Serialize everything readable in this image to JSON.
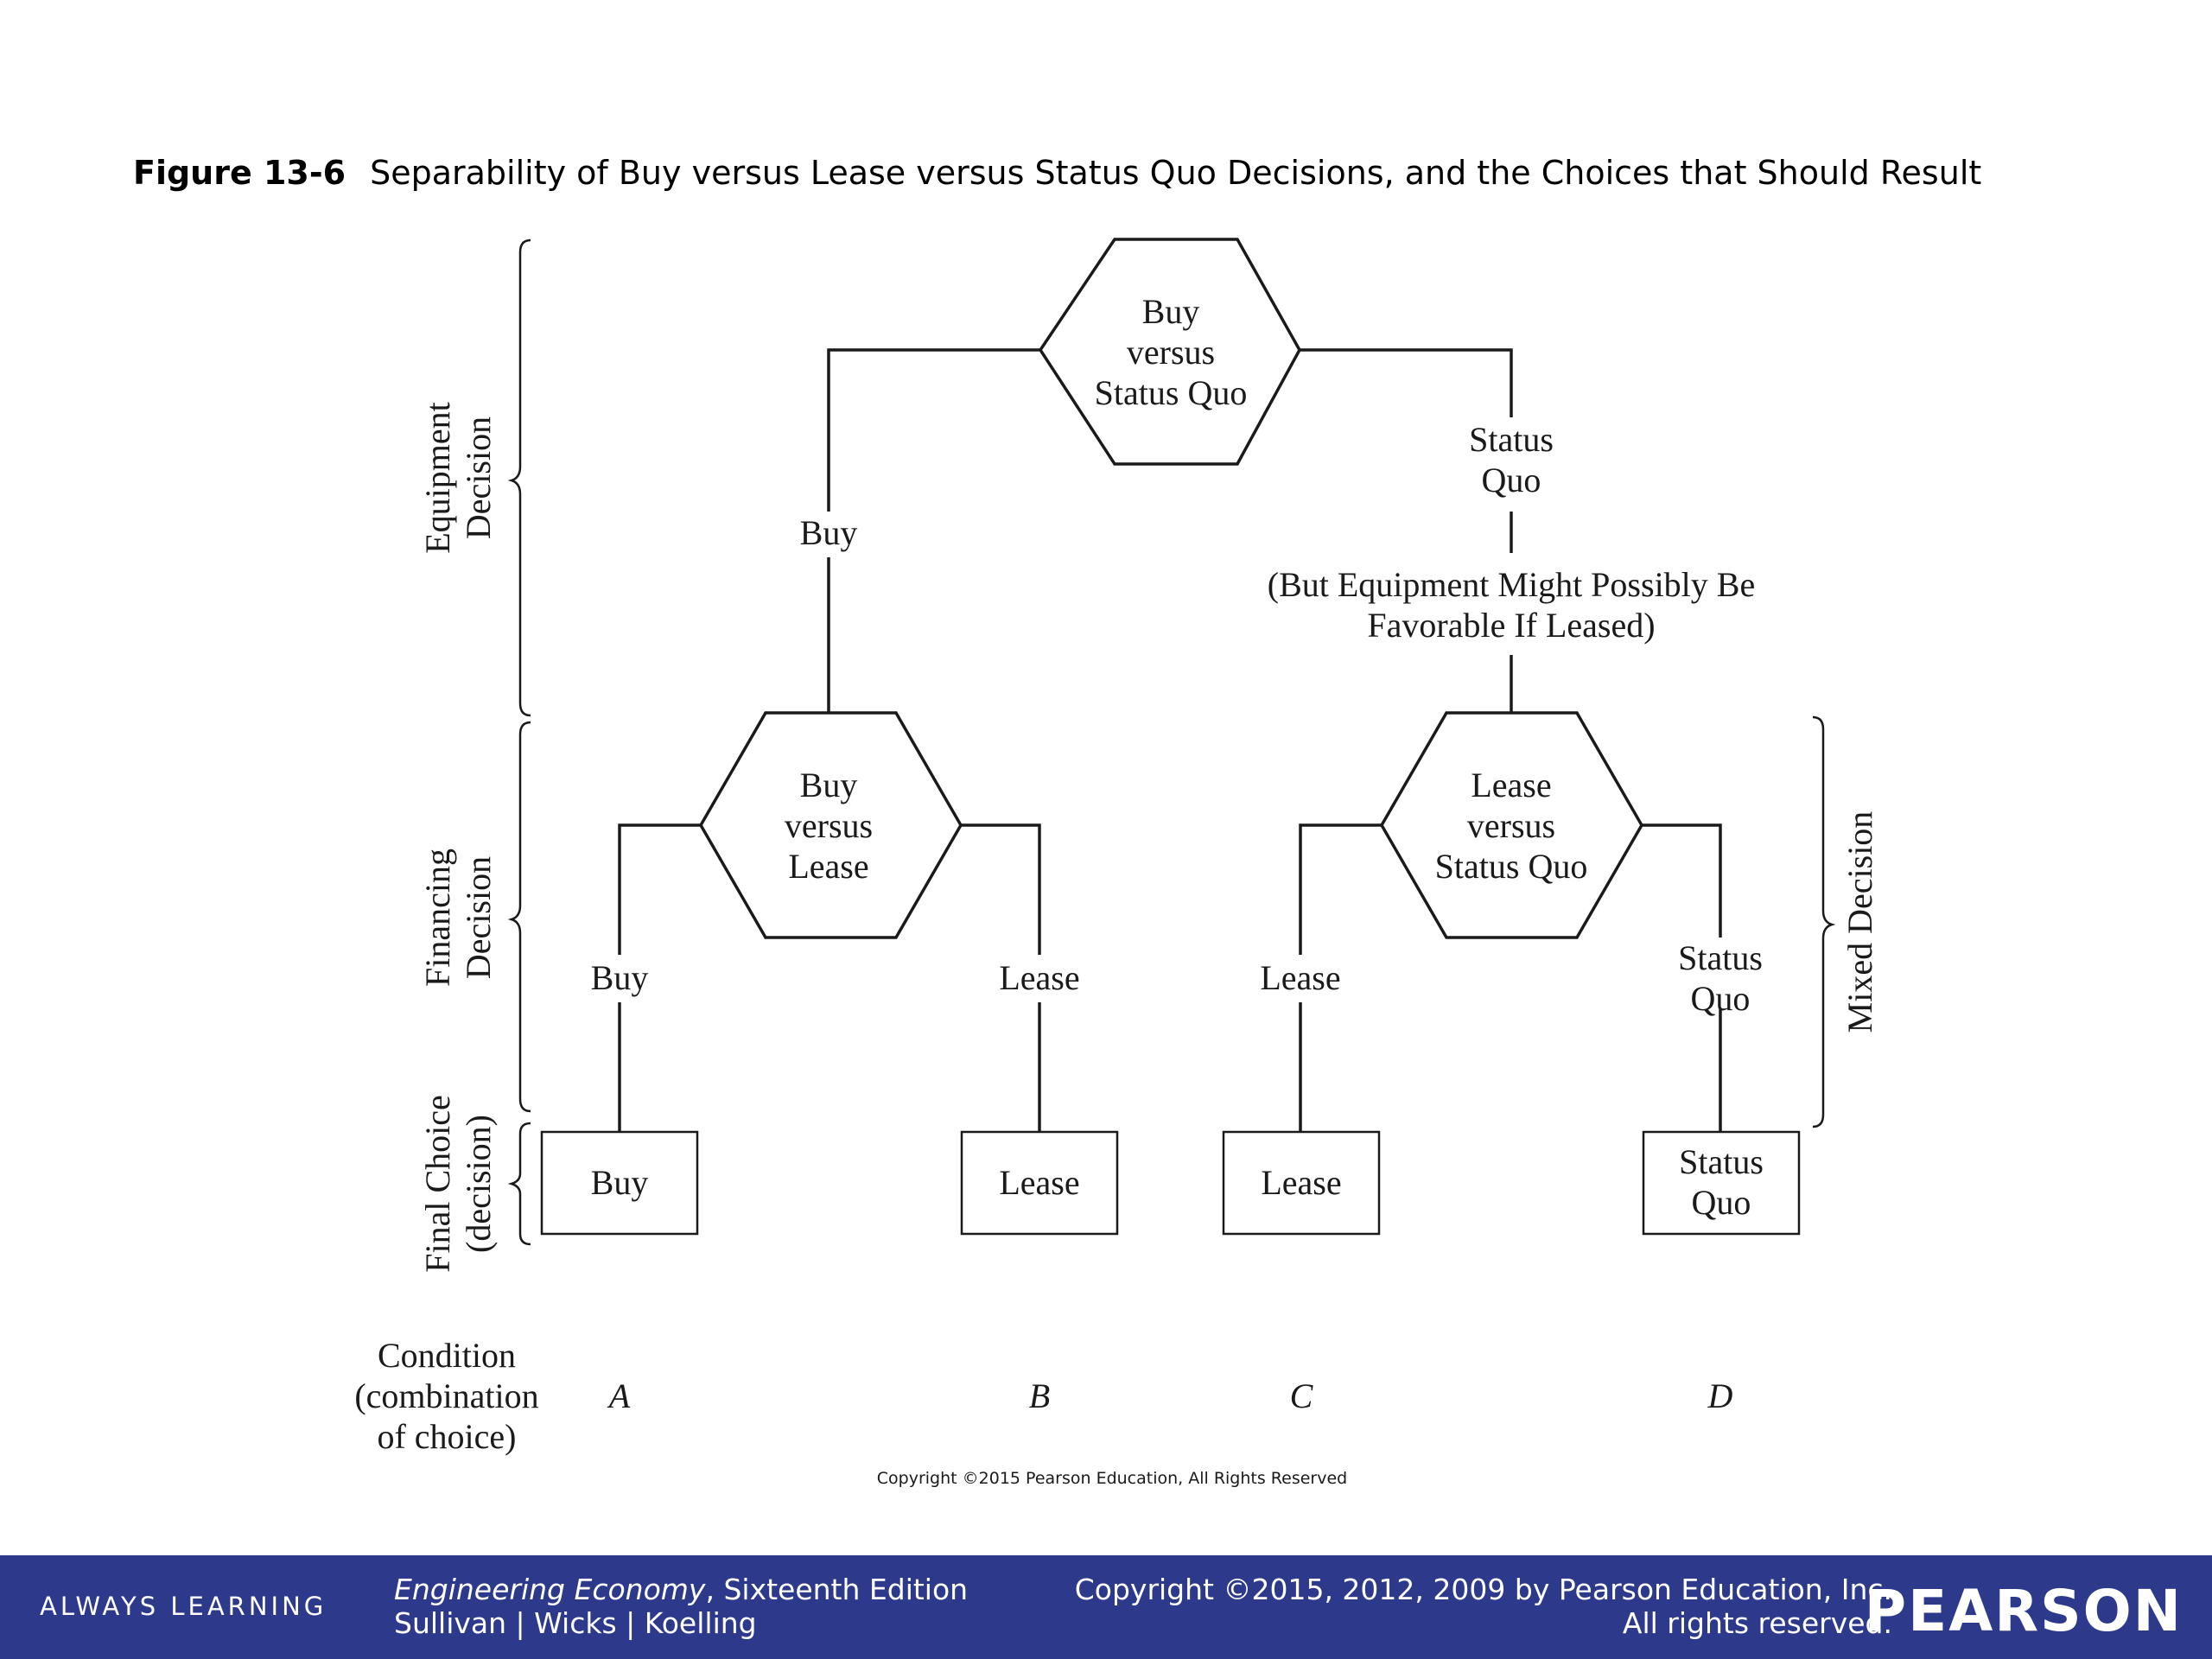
{
  "title": {
    "figure_label": "Figure 13-6",
    "text": "Separability of Buy versus Lease versus Status Quo Decisions, and the Choices that Should Result"
  },
  "brackets": {
    "equipment": [
      "Equipment",
      "Decision"
    ],
    "financing": [
      "Financing",
      "Decision"
    ],
    "final": [
      "Final Choice",
      "(decision)"
    ],
    "mixed": "Mixed Decision"
  },
  "nodes": {
    "top": [
      "Buy",
      "versus",
      "Status Quo"
    ],
    "left": [
      "Buy",
      "versus",
      "Lease"
    ],
    "right": [
      "Lease",
      "versus",
      "Status Quo"
    ]
  },
  "branches": {
    "top_left": "Buy",
    "top_right": [
      "Status",
      "Quo"
    ],
    "note": [
      "(But Equipment Might Possibly Be",
      "Favorable If Leased)"
    ],
    "left_left": "Buy",
    "left_right": "Lease",
    "right_left": "Lease",
    "right_right": [
      "Status",
      "Quo"
    ]
  },
  "outcomes": {
    "a": "Buy",
    "b": "Lease",
    "c": "Lease",
    "d": [
      "Status",
      "Quo"
    ]
  },
  "condition": {
    "label": [
      "Condition",
      "(combination",
      "of choice)"
    ],
    "letters": [
      "A",
      "B",
      "C",
      "D"
    ]
  },
  "small_copyright": "Copyright ©2015 Pearson Education, All Rights Reserved",
  "footer": {
    "always_learning": "ALWAYS LEARNING",
    "book_title": "Engineering Economy",
    "edition": ", Sixteenth Edition",
    "authors": "Sullivan | Wicks | Koelling",
    "copyright_line1": "Copyright ©2015, 2012, 2009 by Pearson Education, Inc.",
    "copyright_line2": "All rights reserved.",
    "logo": "PEARSON"
  },
  "colors": {
    "footer_bg": "#2d3a8c",
    "line": "#1a1a1a"
  }
}
